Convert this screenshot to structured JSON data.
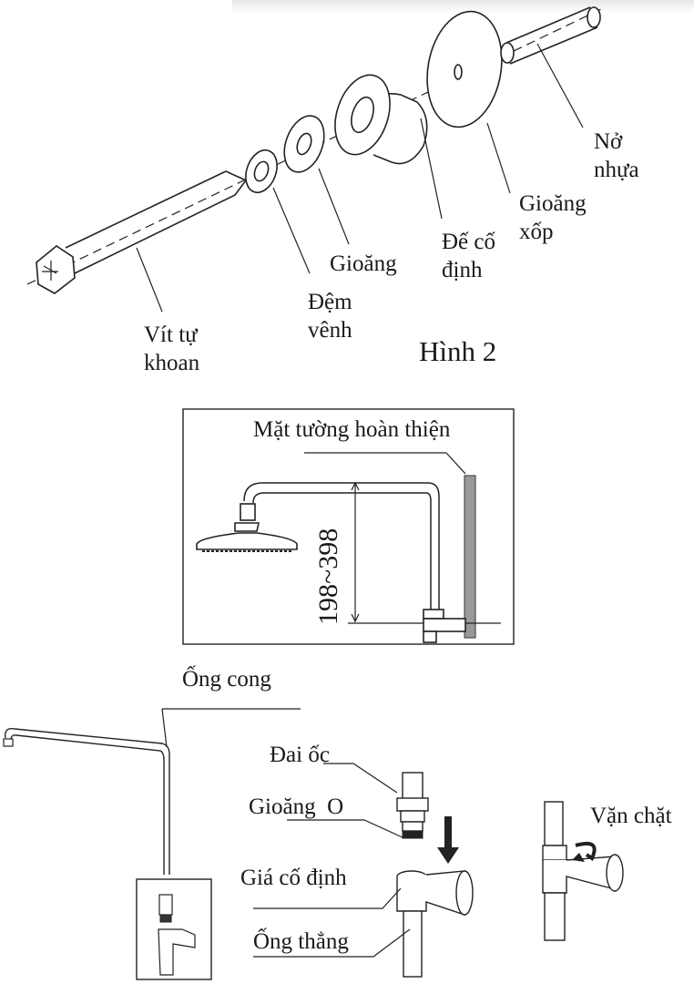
{
  "figure2": {
    "caption": "Hình 2",
    "labels": {
      "no_nhua": "Nở\nnhựa",
      "gioang_xop": "Gioăng\nxốp",
      "de_co_dinh": "Đế cố\nđịnh",
      "gioang": "Gioăng",
      "dem_venh": "Đệm\nvênh",
      "vit_tu_khoan": "Vít tự\nkhoan"
    }
  },
  "wall_diagram": {
    "wall_label": "Mặt tường hoàn thiện",
    "dimension": "198~398"
  },
  "assembly": {
    "ong_cong": "Ống cong",
    "dai_oc": "Đai ốc",
    "gioang_o": "Gioăng  O",
    "gia_co_dinh": "Giá cố định",
    "ong_thang": "Ống thẳng",
    "van_chat": "Vặn chặt"
  }
}
